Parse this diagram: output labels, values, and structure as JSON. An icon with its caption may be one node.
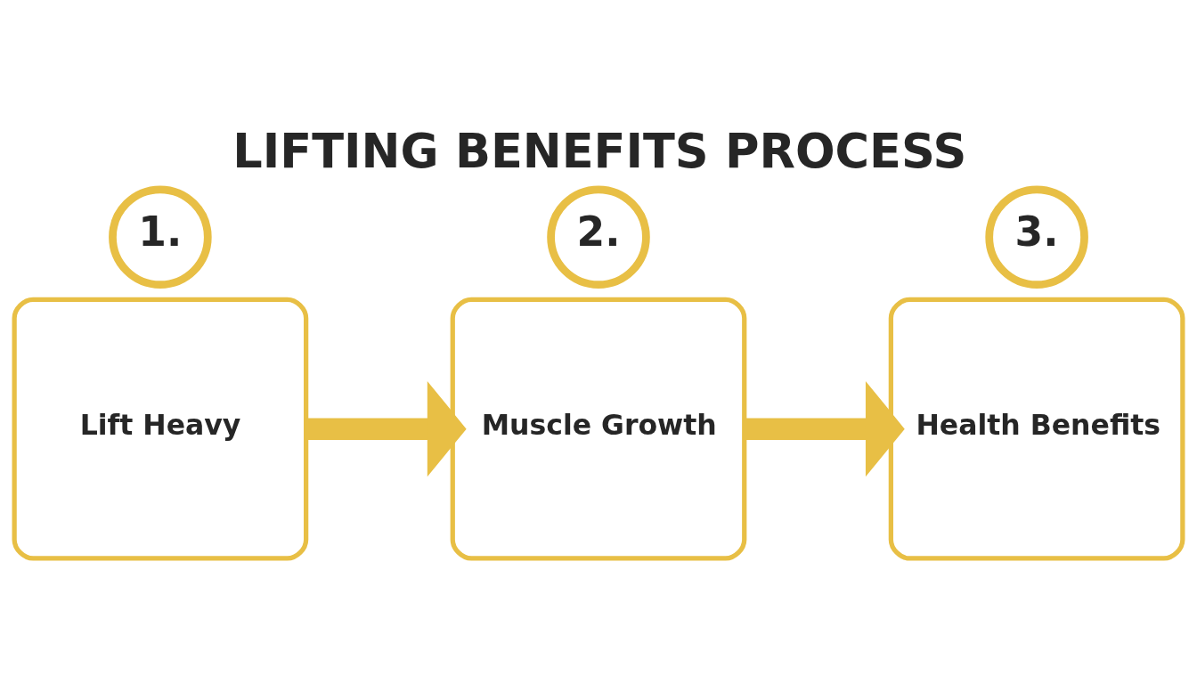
{
  "diagram": {
    "title": "LIFTING BENEFITS PROCESS",
    "nodes": [
      {
        "text": [
          "1."
        ]
      },
      {
        "text": [
          "Lift Heavy"
        ]
      },
      {
        "text": [
          "2."
        ]
      },
      {
        "text": [
          "Muscle Growth"
        ]
      },
      {
        "text": [
          "3."
        ]
      },
      {
        "text": [
          "Health Benefits"
        ]
      }
    ],
    "edges": [
      {
        "from": 1,
        "to": 3,
        "arrow": "to"
      },
      {
        "from": 3,
        "to": 5,
        "arrow": "to"
      }
    ]
  }
}
